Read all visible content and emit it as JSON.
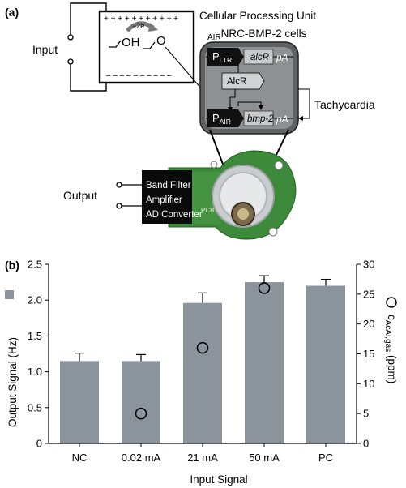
{
  "panel_a": {
    "label_prefix": "(",
    "label_letter": "a",
    "label_suffix": ")",
    "input_label": "Input",
    "output_label": "Output",
    "electron_label": "−2e",
    "oh_label": "OH",
    "aldehyde_label": "O",
    "plus_row": "+ + + + + + + + + + +",
    "minus_row": "– – –   – – – –   – – –",
    "cpu_title": "Cellular Processing Unit",
    "cells_prefix": "AIR",
    "cells_label": "NRC-BMP-2 cells",
    "promoter_1": "P",
    "promoter_1_sub": "LTR",
    "gene_1": "alcR",
    "pa_1": "pA",
    "protein": "AlcR",
    "promoter_2": "P",
    "promoter_2_sub": "AIR",
    "gene_2": "bmp-2",
    "pa_2": "pA",
    "tachycardia": "Tachycardia",
    "device_lines": [
      "Band Filter",
      "Amplifier",
      "AD Converter"
    ],
    "pcb_text": "PCB",
    "colors": {
      "cpu_fill": "#5f6163",
      "cpu_inner": "#8e9193",
      "gene_box": "#c7c9cb",
      "promoter": "#111111",
      "pcb_green": "#3d8a3a",
      "device_black": "#0a0a0a"
    }
  },
  "panel_b": {
    "label_prefix": "(",
    "label_letter": "b",
    "label_suffix": ")",
    "legend_symbol": "square"
  },
  "chart_data": {
    "type": "bar",
    "categories": [
      "NC",
      "0.02 mA",
      "21 mA",
      "50 mA",
      "PC"
    ],
    "series": [
      {
        "values": [
          1.15,
          1.15,
          1.96,
          2.25,
          2.2
        ],
        "errors": [
          0.11,
          0.09,
          0.14,
          0.09,
          0.09
        ],
        "color": "#8b949c"
      }
    ],
    "secondary_series": {
      "type": "scatter",
      "marker": "open-circle",
      "points": [
        {
          "category": "0.02 mA",
          "value": 5
        },
        {
          "category": "21 mA",
          "value": 16
        },
        {
          "category": "50 mA",
          "value": 26
        }
      ]
    },
    "xlabel": "Input Signal",
    "ylabel": "Output Signal (Hz)",
    "ylabel_right_main": "c",
    "ylabel_right_sub": "AcAl,gas",
    "ylabel_right_unit": "(ppm)",
    "ylim": [
      0,
      2.5
    ],
    "yticks": [
      "0",
      "0.5",
      "1.0",
      "1.5",
      "2.0",
      "2.5"
    ],
    "ylim_right": [
      0,
      30
    ],
    "yticks_right": [
      "0",
      "5",
      "10",
      "15",
      "20",
      "25",
      "30"
    ],
    "grid": false
  }
}
